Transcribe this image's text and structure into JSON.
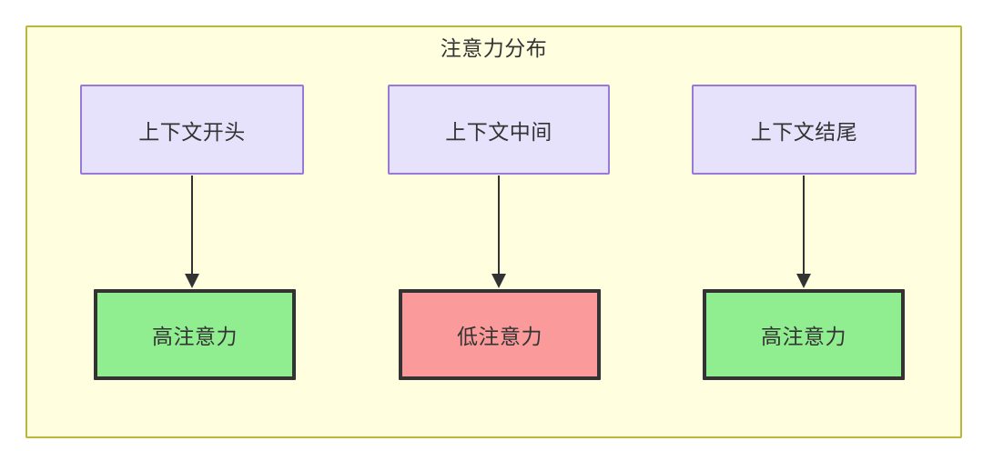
{
  "diagram": {
    "title": "注意力分布",
    "container": {
      "fill": "#ffffe0",
      "border_color": "#bcb63a"
    },
    "top_nodes": [
      {
        "label": "上下文开头",
        "fill": "#e6e2fb",
        "border_color": "#9a79d6"
      },
      {
        "label": "上下文中间",
        "fill": "#e6e2fb",
        "border_color": "#9a79d6"
      },
      {
        "label": "上下文结尾",
        "fill": "#e6e2fb",
        "border_color": "#9a79d6"
      }
    ],
    "bottom_nodes": [
      {
        "label": "高注意力",
        "fill": "#90ee90",
        "border_color": "#333333"
      },
      {
        "label": "低注意力",
        "fill": "#fa9a9a",
        "border_color": "#333333"
      },
      {
        "label": "高注意力",
        "fill": "#90ee90",
        "border_color": "#333333"
      }
    ],
    "edges": [
      {
        "from": "上下文开头",
        "to": "高注意力"
      },
      {
        "from": "上下文中间",
        "to": "低注意力"
      },
      {
        "from": "上下文结尾",
        "to": "高注意力"
      }
    ]
  }
}
